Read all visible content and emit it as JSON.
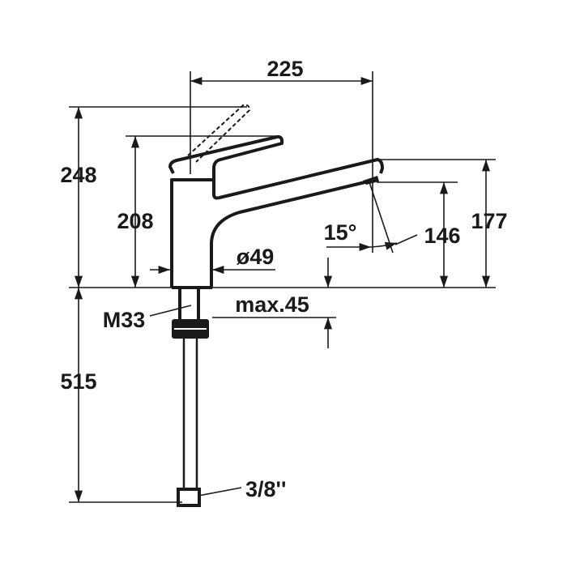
{
  "dimensions": {
    "spout_reach": "225",
    "max_height_lever_open": "248",
    "height_lever": "208",
    "spout_height": "177",
    "outlet_height": "146",
    "swivel_angle": "15°",
    "base_diameter": "ø49",
    "max_countertop": "max.45",
    "thread": "M33",
    "below_counter": "515",
    "connection": "3/8''"
  },
  "colors": {
    "line": "#1a1a1a",
    "background": "#ffffff"
  }
}
